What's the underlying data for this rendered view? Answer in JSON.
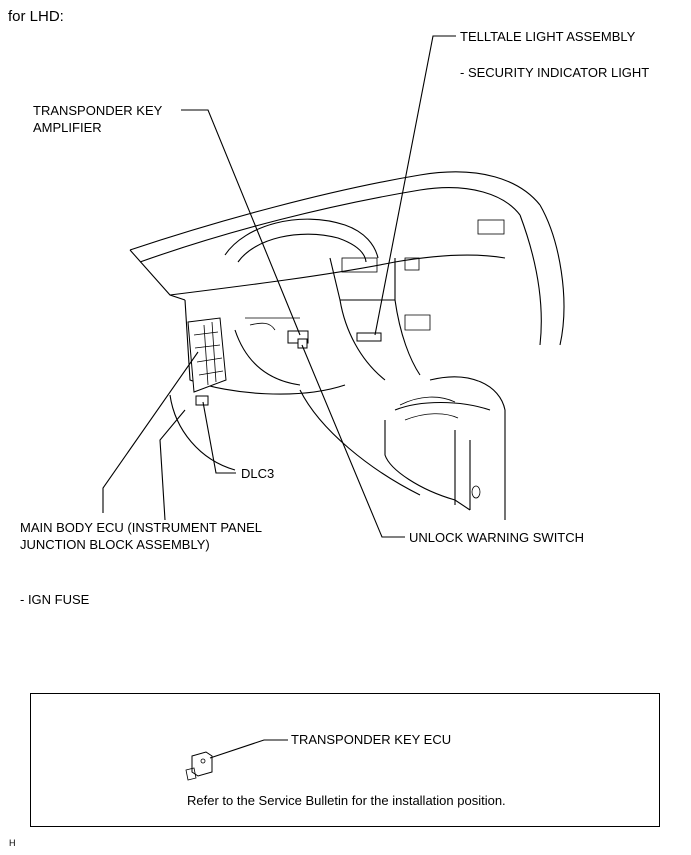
{
  "heading": "for LHD:",
  "labels": {
    "telltale": "TELLTALE LIGHT ASSEMBLY",
    "security": "- SECURITY INDICATOR LIGHT",
    "transponder_amp_line1": "TRANSPONDER KEY",
    "transponder_amp_line2": "AMPLIFIER",
    "dlc3": "DLC3",
    "main_ecu_line1": "MAIN BODY ECU (INSTRUMENT PANEL",
    "main_ecu_line2": "JUNCTION BLOCK ASSEMBLY)",
    "ign_fuse": "- IGN FUSE",
    "unlock_switch": "UNLOCK WARNING SWITCH"
  },
  "inset": {
    "ecu_label": "TRANSPONDER KEY ECU",
    "note": "Refer to the Service Bulletin for the installation position."
  },
  "footer_mark": "H"
}
